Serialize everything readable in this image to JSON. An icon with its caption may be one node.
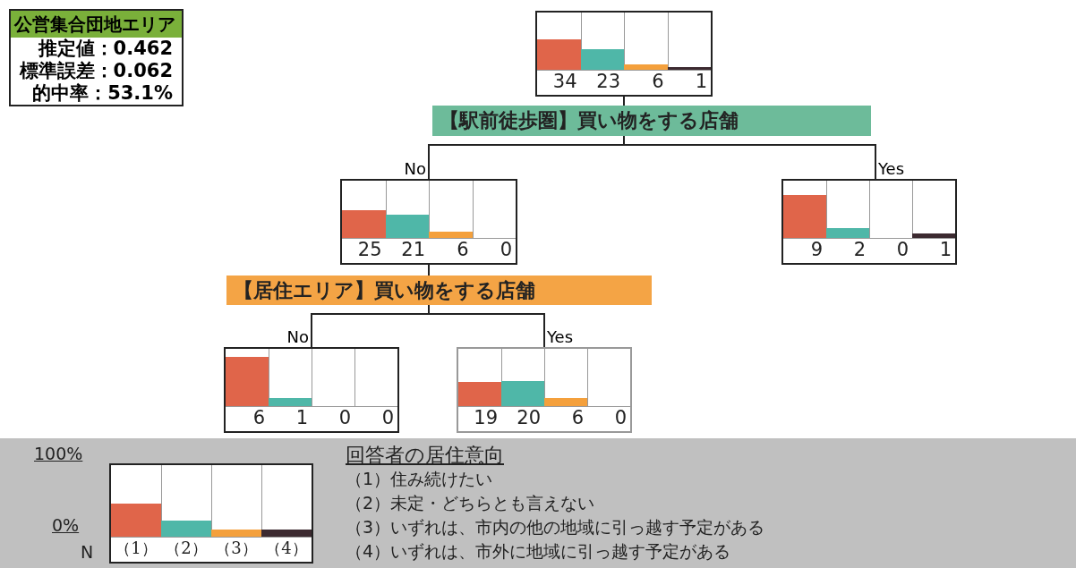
{
  "diagram": {
    "nodes": [
      {
        "text": [
          "公営集合団地エリア",
          "推定値：0.462",
          "標準誤差：0.062",
          "的中率：53.1%"
        ]
      },
      {
        "text": [
          "34",
          "23",
          "6",
          "1"
        ]
      },
      {
        "text": [
          "【駅前徒歩圏】買い物をする店舗"
        ]
      },
      {
        "text": [
          "25",
          "21",
          "6",
          "0"
        ]
      },
      {
        "text": [
          "9",
          "2",
          "0",
          "1"
        ]
      },
      {
        "text": [
          "【居住エリア】買い物をする店舗"
        ]
      },
      {
        "text": [
          "6",
          "1",
          "0",
          "0"
        ]
      },
      {
        "text": [
          "19",
          "20",
          "6",
          "0"
        ]
      },
      {
        "text": [
          "（1）",
          "（2）",
          "（3）",
          "（4）"
        ],
        "beside": [
          "100%",
          "0%",
          "N"
        ]
      }
    ],
    "edges": [
      {
        "from": 1,
        "to": 2,
        "arrow": "none"
      },
      {
        "from": 2,
        "to": 3,
        "arrow": "none",
        "label": "No"
      },
      {
        "from": 2,
        "to": 4,
        "arrow": "none",
        "label": "Yes"
      },
      {
        "from": 3,
        "to": 5,
        "arrow": "none"
      },
      {
        "from": 5,
        "to": 6,
        "arrow": "none",
        "label": "No"
      },
      {
        "from": 5,
        "to": 7,
        "arrow": "none",
        "label": "Yes"
      }
    ],
    "labels": [
      "回答者の居住意向"
    ],
    "legend": [
      {
        "text": "（1）住み続けたい"
      },
      {
        "text": "（2）未定・どちらとも言えない"
      },
      {
        "text": "（3）いずれは、市内の他の地域に引っ越す予定がある"
      },
      {
        "text": "（4）いずれは、市外に地域に引っ越す予定がある"
      }
    ]
  }
}
